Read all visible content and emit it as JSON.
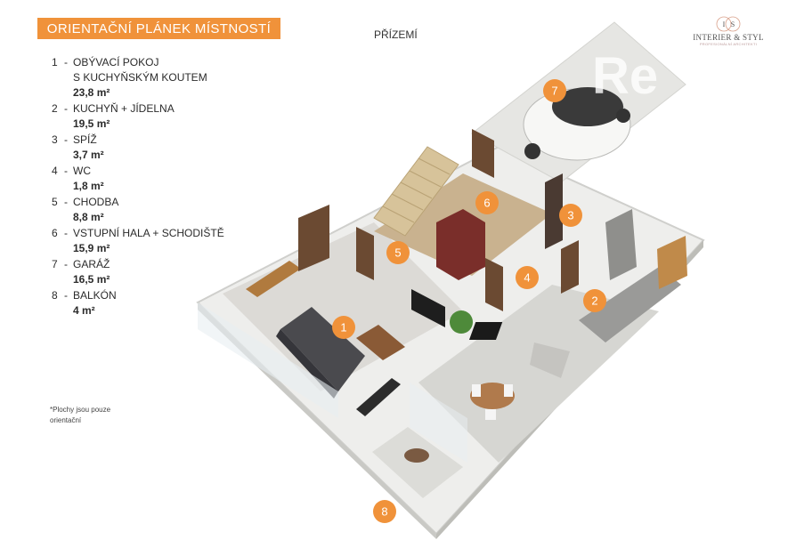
{
  "header": {
    "title": "ORIENTAČNÍ PLÁNEK MÍSTNOSTÍ",
    "floor": "PŘÍZEMÍ"
  },
  "logo": {
    "monogram_left": "I",
    "monogram_right": "S",
    "name": "INTERIER & STYL",
    "tagline": "PROFESIONÁLNÍ ARCHITEKTI"
  },
  "watermark": "Re",
  "rooms": [
    {
      "number": "1",
      "name": "OBÝVACÍ POKOJ",
      "name_line2": "S KUCHYŇSKÝM KOUTEM",
      "area": "23,8 m²"
    },
    {
      "number": "2",
      "name": "KUCHYŇ + JÍDELNA",
      "area": "19,5 m²"
    },
    {
      "number": "3",
      "name": "SPÍŽ",
      "area": "3,7 m²"
    },
    {
      "number": "4",
      "name": "WC",
      "area": "1,8 m²"
    },
    {
      "number": "5",
      "name": "CHODBA",
      "area": "8,8 m²"
    },
    {
      "number": "6",
      "name": "VSTUPNÍ HALA + SCHODIŠTĚ",
      "area": "15,9 m²"
    },
    {
      "number": "7",
      "name": "GARÁŽ",
      "area": "16,5 m²"
    },
    {
      "number": "8",
      "name": "BALKÓN",
      "area": "4 m²"
    }
  ],
  "footnote": "*Plochy jsou pouze orientační",
  "colors": {
    "accent": "#f0923a",
    "floor": "#d9d6cf",
    "wall": "#f4f4f2",
    "wood": "#7a4a2a"
  }
}
